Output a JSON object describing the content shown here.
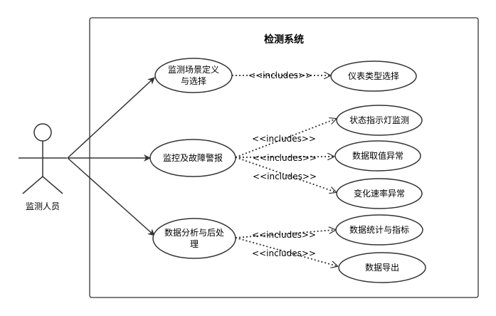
{
  "system": {
    "title": "检测系统"
  },
  "actor": {
    "label": "监测人员"
  },
  "use_cases": {
    "scene_define_line1": "监测场景定义",
    "scene_define_line2": "与选择",
    "alarm": "监控及故障警报",
    "analysis_line1": "数据分析与后处",
    "analysis_line2": "理",
    "instrument_select": "仪表类型选择",
    "indicator_monitor": "状态指示灯监测",
    "value_abnormal": "数据取值异常",
    "rate_abnormal": "变化速率异常",
    "stats_metrics": "数据统计与指标",
    "data_export": "数据导出"
  },
  "relations": {
    "include_label": "<<includes>>"
  },
  "colors": {
    "stroke": "#333333",
    "fill": "#ffffff",
    "text": "#000000"
  }
}
